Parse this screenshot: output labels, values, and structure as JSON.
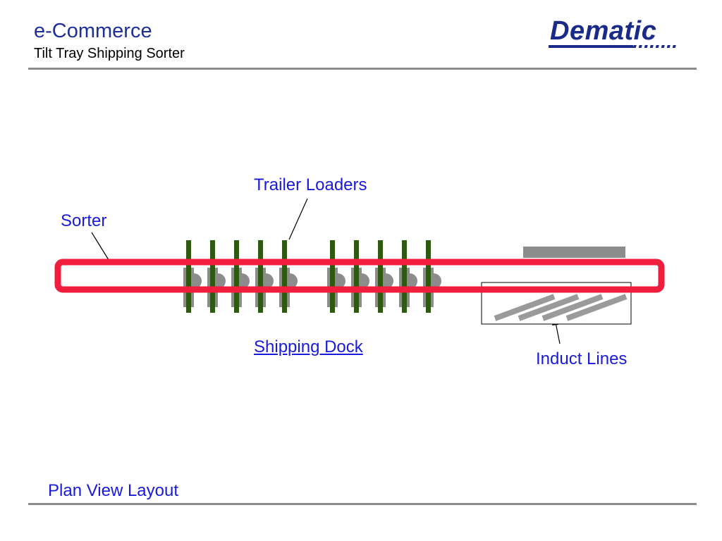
{
  "header": {
    "title": "e-Commerce",
    "subtitle": "Tilt Tray Shipping Sorter",
    "logo_text": "Dematic"
  },
  "diagram": {
    "labels": {
      "trailer_loaders": "Trailer Loaders",
      "sorter": "Sorter",
      "shipping_dock": "Shipping Dock",
      "induct_lines": "Induct Lines"
    },
    "trailer_loader_count_left": 5,
    "trailer_loader_count_right": 5,
    "induct_line_count": 4,
    "colors": {
      "sorter_loop": "#f01e3c",
      "trailer_loader": "#2d5a10",
      "dock_equipment": "#8c8c8c",
      "induct_line": "#9a9a9a",
      "label_text": "#1a1adc"
    }
  },
  "footer": {
    "caption": "Plan View Layout"
  },
  "colors": {
    "title": "#1f2e99",
    "rule": "#8c8c8c",
    "logo": "#1a2a88"
  }
}
